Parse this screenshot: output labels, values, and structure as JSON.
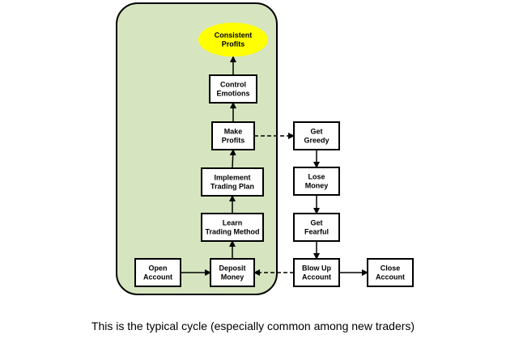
{
  "colors": {
    "region_fill": "#d6e5bf",
    "goal_fill": "#ffff00",
    "box_fill": "#ffffff",
    "stroke": "#000000"
  },
  "nodes": {
    "consistent_profits": [
      "Consistent",
      "Profits"
    ],
    "control_emotions": [
      "Control",
      "Emotions"
    ],
    "make_profits": [
      "Make",
      "Profits"
    ],
    "implement_trading_plan": [
      "Implement",
      "Trading Plan"
    ],
    "learn_trading_method": [
      "Learn",
      "Trading Method"
    ],
    "deposit_money": [
      "Deposit",
      "Money"
    ],
    "open_account": [
      "Open",
      "Account"
    ],
    "get_greedy": [
      "Get",
      "Greedy"
    ],
    "lose_money": [
      "Lose",
      "Money"
    ],
    "get_fearful": [
      "Get",
      "Fearful"
    ],
    "blow_up_account": [
      "Blow Up",
      "Account"
    ],
    "close_account": [
      "Close",
      "Account"
    ]
  },
  "edges": [
    {
      "from": "open_account",
      "to": "deposit_money",
      "style": "solid"
    },
    {
      "from": "deposit_money",
      "to": "learn_trading_method",
      "style": "solid"
    },
    {
      "from": "learn_trading_method",
      "to": "implement_trading_plan",
      "style": "solid"
    },
    {
      "from": "implement_trading_plan",
      "to": "make_profits",
      "style": "solid"
    },
    {
      "from": "make_profits",
      "to": "control_emotions",
      "style": "solid"
    },
    {
      "from": "control_emotions",
      "to": "consistent_profits",
      "style": "solid"
    },
    {
      "from": "make_profits",
      "to": "get_greedy",
      "style": "dashed"
    },
    {
      "from": "get_greedy",
      "to": "lose_money",
      "style": "solid"
    },
    {
      "from": "lose_money",
      "to": "get_fearful",
      "style": "solid"
    },
    {
      "from": "get_fearful",
      "to": "blow_up_account",
      "style": "solid"
    },
    {
      "from": "blow_up_account",
      "to": "close_account",
      "style": "solid"
    },
    {
      "from": "blow_up_account",
      "to": "deposit_money",
      "style": "dashed"
    }
  ],
  "caption": "This is the typical cycle (especially common among new traders)"
}
